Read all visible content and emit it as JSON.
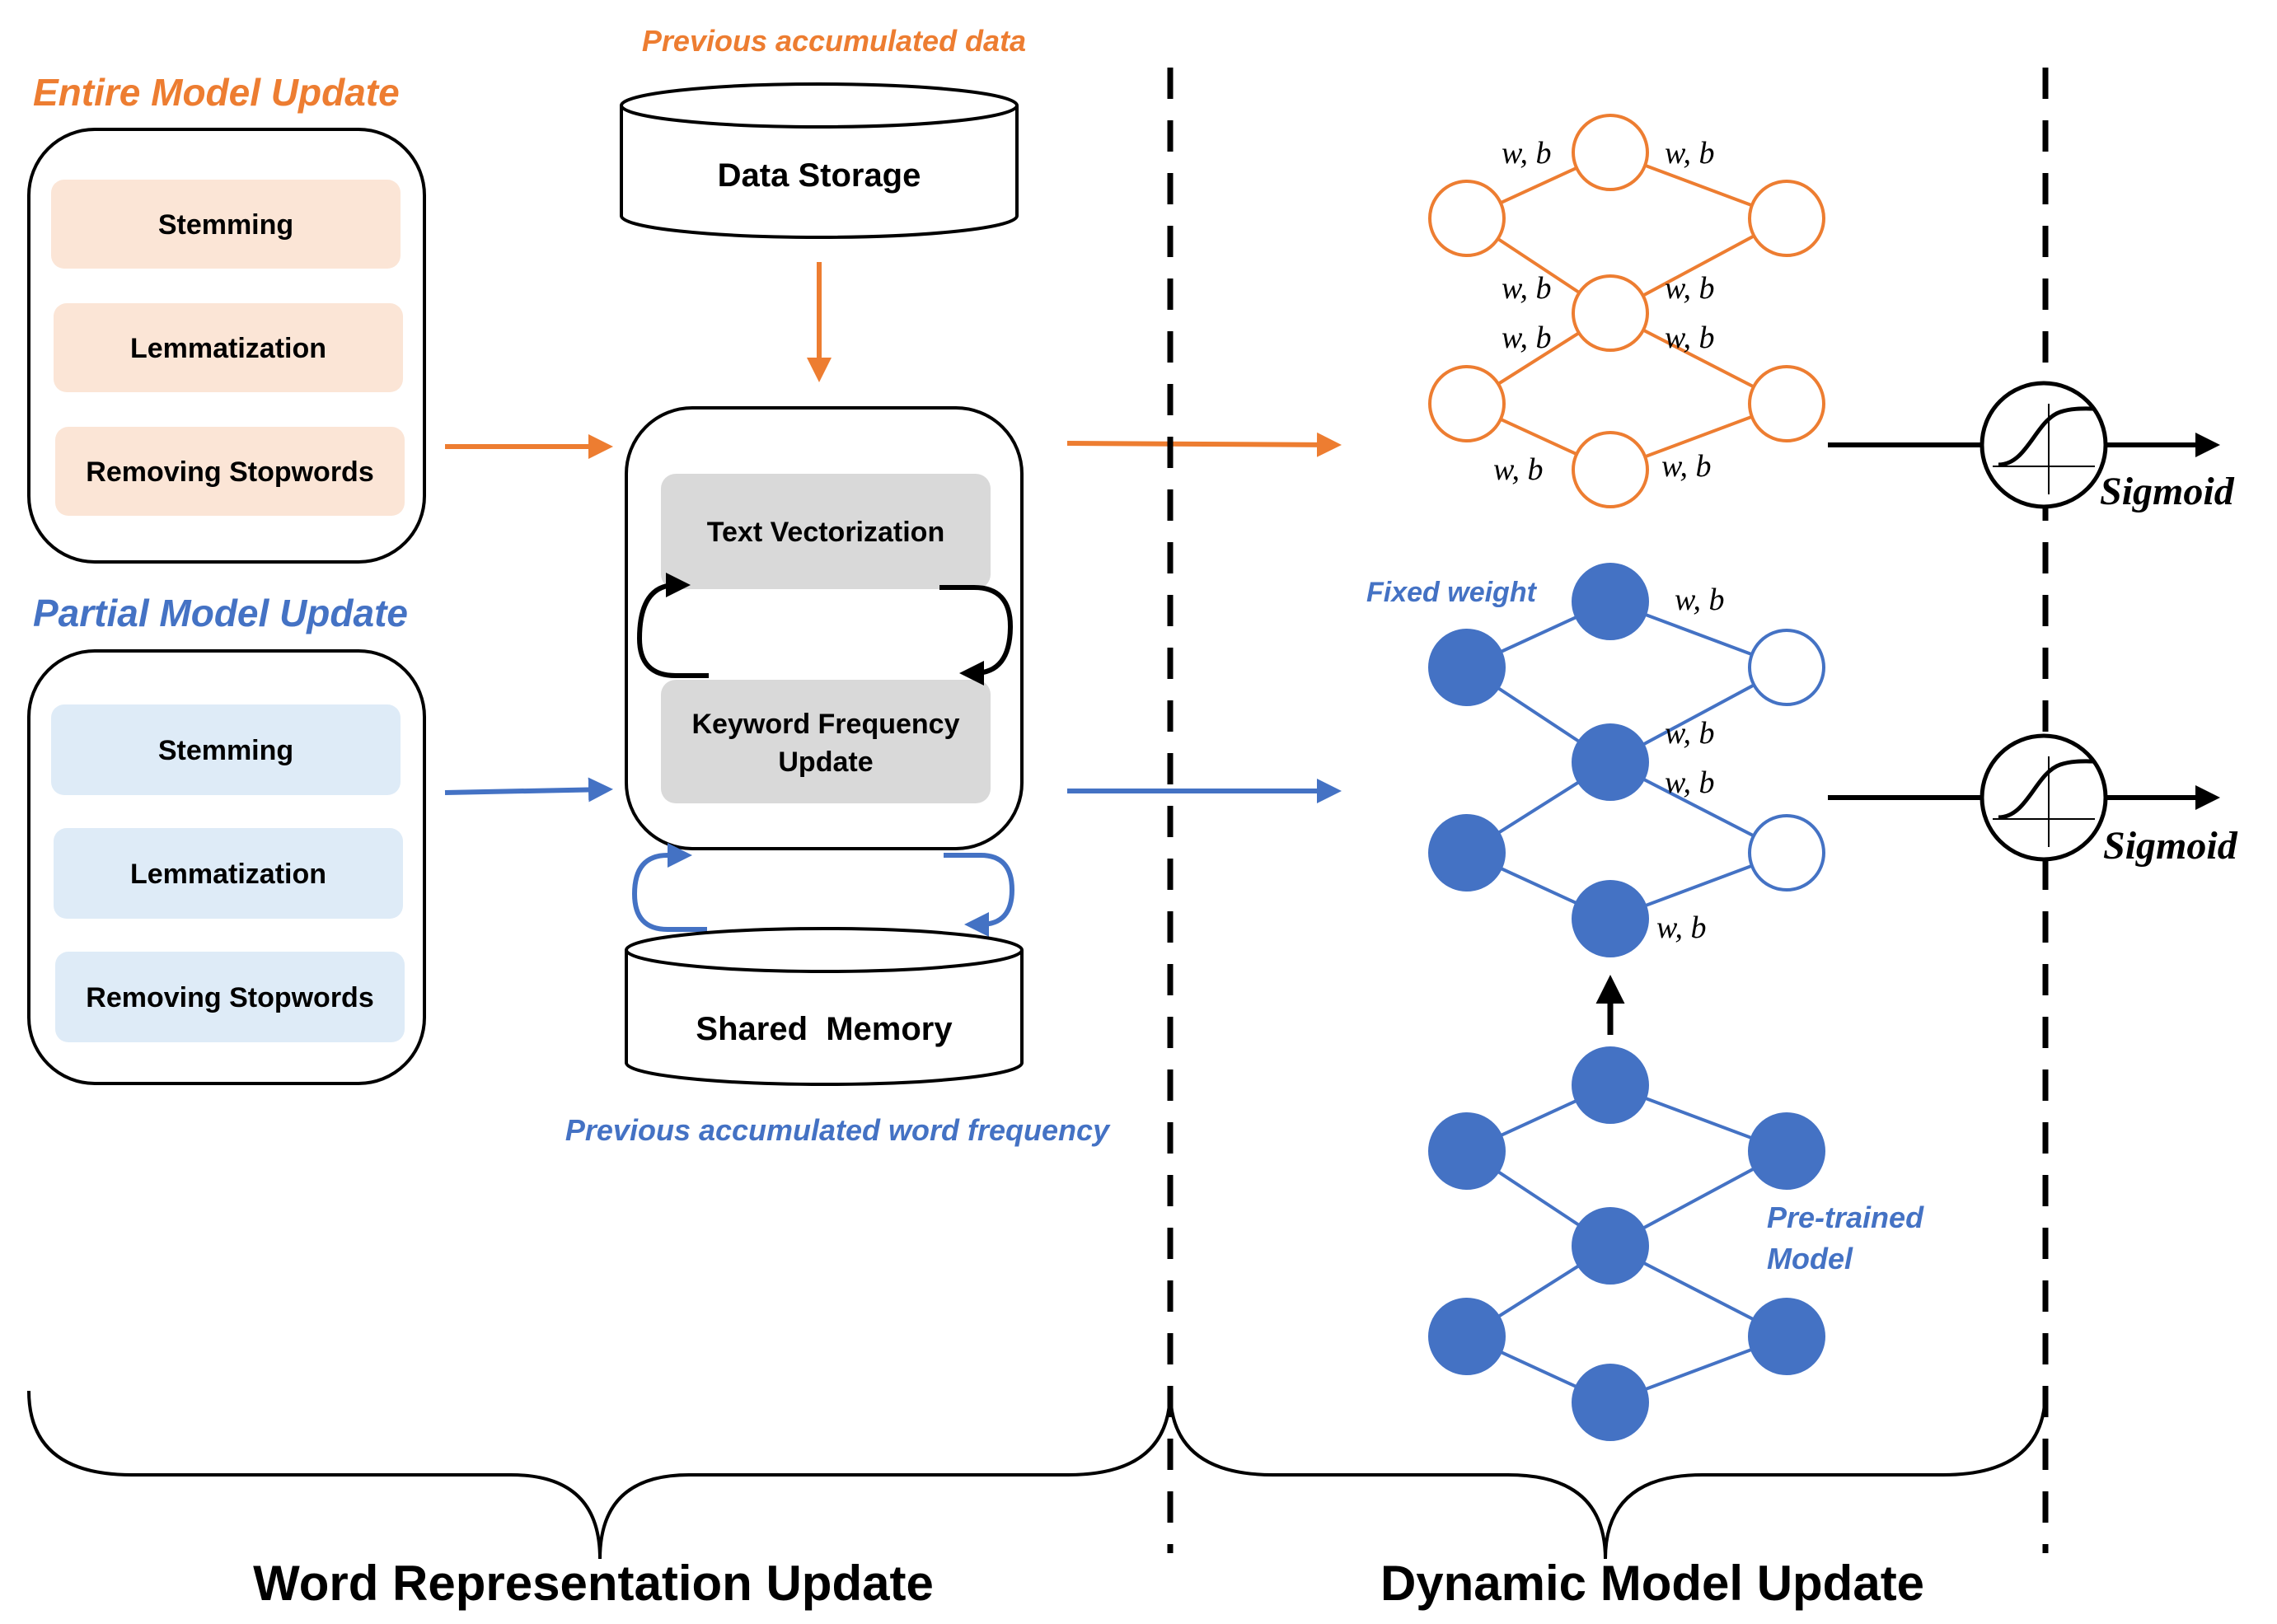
{
  "colors": {
    "orange": "#ED7D31",
    "blue": "#4472C4",
    "orange_fill": "#FBE5D6",
    "blue_fill": "#DEEBF7",
    "gray_fill": "#D9D9D9",
    "black": "#000000"
  },
  "entire": {
    "title": "Entire Model Update",
    "items": [
      "Stemming",
      "Lemmatization",
      "Removing Stopwords"
    ]
  },
  "partial": {
    "title": "Partial Model Update",
    "items": [
      "Stemming",
      "Lemmatization",
      "Removing Stopwords"
    ]
  },
  "storage": {
    "caption": "Previous accumulated data",
    "label": "Data Storage"
  },
  "processor": {
    "step1": "Text Vectorization",
    "step2_line1": "Keyword Frequency",
    "step2_line2": "Update"
  },
  "memory": {
    "label": "Shared  Memory",
    "caption": "Previous accumulated word frequency"
  },
  "network": {
    "wb": "w, b",
    "fixed_weight": "Fixed weight",
    "pretrained_line1": "Pre-trained",
    "pretrained_line2": "Model",
    "sigmoid": "Sigmoid"
  },
  "sections": {
    "left": "Word Representation Update",
    "right": "Dynamic Model Update"
  }
}
